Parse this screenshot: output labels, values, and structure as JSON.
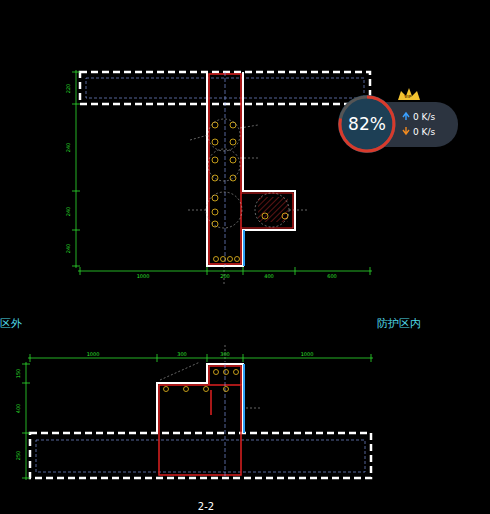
{
  "diagram": {
    "nodes": [
      {
        "text": [
          "0 K/s",
          "0 K/s"
        ]
      },
      {
        "text": [
          "82%"
        ],
        "in": 0
      }
    ],
    "labels": [
      "220",
      "240",
      "240",
      "240",
      "1000",
      "200",
      "400",
      "600",
      "区外",
      "防护区内",
      "1000",
      "300",
      "300",
      "1000",
      "150",
      "400",
      "250",
      "2-2",
      "VIP"
    ]
  }
}
